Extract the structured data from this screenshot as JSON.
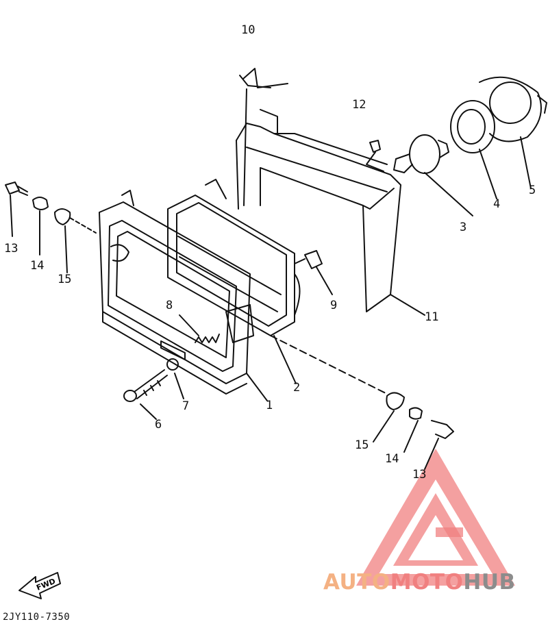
{
  "callouts": {
    "c1": "1",
    "c2": "2",
    "c3": "3",
    "c4": "4",
    "c5": "5",
    "c6": "6",
    "c7": "7",
    "c8": "8",
    "c9": "9",
    "c10": "10",
    "c11": "11",
    "c12": "12",
    "c13a": "13",
    "c14a": "14",
    "c15a": "15",
    "c15b": "15",
    "c14b": "14",
    "c13b": "13"
  },
  "fwd_label": "FWD",
  "diagram_code": "2JY110-7350",
  "watermark": {
    "part1": "AUTO",
    "part2": "MOTO",
    "part3": "HUB",
    "color_orange": "#f4b183",
    "color_red": "#f08080",
    "color_gray": "#8c8c8c"
  }
}
